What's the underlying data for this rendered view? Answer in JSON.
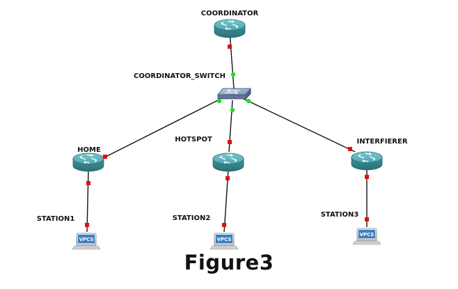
{
  "topology": {
    "nodes": [
      {
        "id": "coordinator",
        "label": "COORDINATOR",
        "type": "router"
      },
      {
        "id": "coordinator_switch",
        "label": "COORDINATOR_SWITCH",
        "type": "switch"
      },
      {
        "id": "home",
        "label": "HOME",
        "type": "router"
      },
      {
        "id": "hotspot",
        "label": "HOTSPOT",
        "type": "router"
      },
      {
        "id": "interfierer",
        "label": "INTERFIERER",
        "type": "router"
      },
      {
        "id": "station1",
        "label": "STATION1",
        "type": "vpcs",
        "badge": "VPCS"
      },
      {
        "id": "station2",
        "label": "STATION2",
        "type": "vpcs",
        "badge": "VPCS"
      },
      {
        "id": "station3",
        "label": "STATION3",
        "type": "vpcs",
        "badge": "VPCS"
      }
    ],
    "links": [
      {
        "from": "coordinator",
        "to": "coordinator_switch",
        "from_status": "red",
        "to_status": "green"
      },
      {
        "from": "coordinator_switch",
        "to": "home",
        "from_status": "green",
        "to_status": "red"
      },
      {
        "from": "coordinator_switch",
        "to": "hotspot",
        "from_status": "green",
        "to_status": "red"
      },
      {
        "from": "coordinator_switch",
        "to": "interfierer",
        "from_status": "green",
        "to_status": "red"
      },
      {
        "from": "home",
        "to": "station1",
        "from_status": "red",
        "to_status": "red"
      },
      {
        "from": "hotspot",
        "to": "station2",
        "from_status": "red",
        "to_status": "red"
      },
      {
        "from": "interfierer",
        "to": "station3",
        "from_status": "red",
        "to_status": "red"
      }
    ]
  },
  "colors": {
    "status_red": "#e01010",
    "status_green": "#22dd22",
    "link_line": "#111111",
    "router_body": "#3a8e99",
    "vpcs_badge": "#3b7fc0"
  },
  "caption": "Figure3"
}
